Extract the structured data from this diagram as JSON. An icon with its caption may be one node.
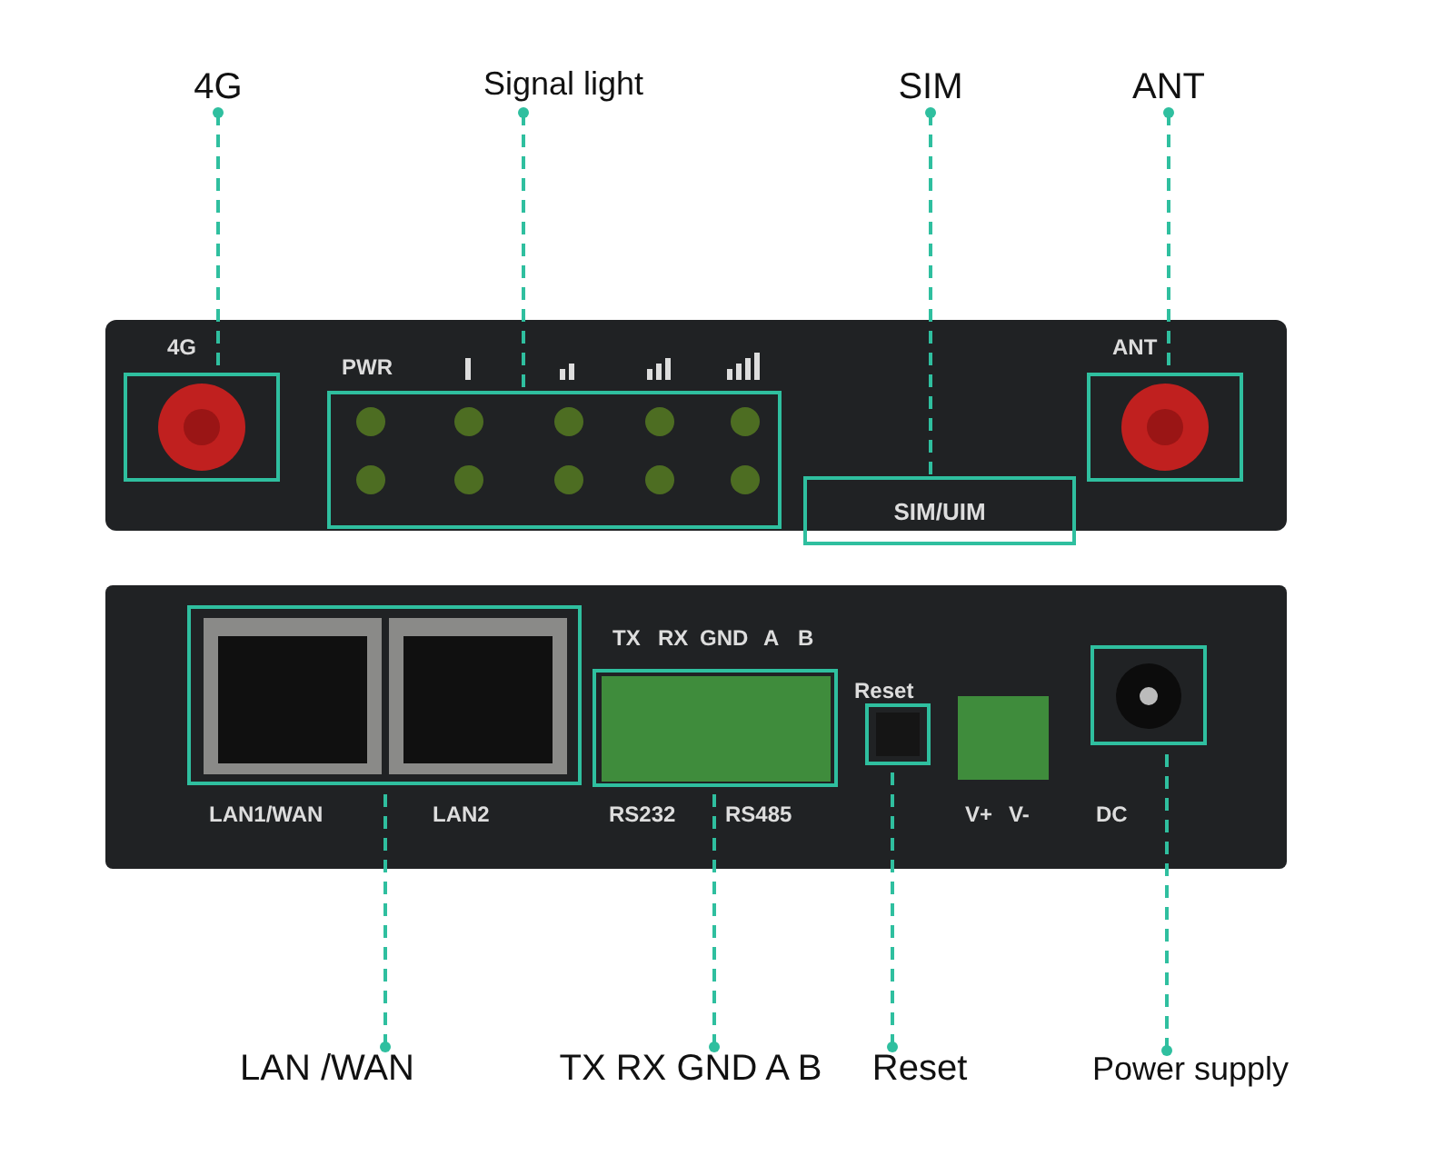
{
  "diagram": {
    "nodes": [
      {
        "text": [
          "4G"
        ]
      },
      {
        "text": [],
        "shape": "box"
      },
      {
        "text": [
          "Signal light"
        ]
      },
      {
        "text": [],
        "shape": "box"
      },
      {
        "text": [
          "SIM"
        ]
      },
      {
        "text": [
          "SIM/UIM"
        ]
      },
      {
        "text": [
          "ANT"
        ]
      },
      {
        "text": [],
        "shape": "box"
      },
      {
        "text": [],
        "shape": "box"
      },
      {
        "text": [],
        "shape": "box"
      },
      {
        "text": [],
        "shape": "box"
      },
      {
        "text": [],
        "shape": "box"
      },
      {
        "text": [
          "LAN /WAN"
        ]
      },
      {
        "text": [
          "TX RX GND A B"
        ]
      },
      {
        "text": [
          "Reset"
        ]
      },
      {
        "text": [
          "Power supply"
        ]
      }
    ],
    "edges": [
      {
        "from": 0,
        "to": 1,
        "arrow": "other",
        "style": "dashed"
      },
      {
        "from": 2,
        "to": 3,
        "arrow": "other",
        "style": "dashed"
      },
      {
        "from": 4,
        "to": 5,
        "arrow": "other",
        "style": "dashed"
      },
      {
        "from": 6,
        "to": 7,
        "arrow": "other",
        "style": "dashed"
      },
      {
        "from": 12,
        "to": 8,
        "arrow": "other",
        "style": "dashed"
      },
      {
        "from": 13,
        "to": 9,
        "arrow": "other",
        "style": "dashed"
      },
      {
        "from": 14,
        "to": 10,
        "arrow": "other",
        "style": "dashed"
      },
      {
        "from": 15,
        "to": 11,
        "arrow": "other",
        "style": "dashed"
      }
    ],
    "labels": [
      "4G",
      "PWR",
      "ANT",
      "TX",
      "RX",
      "GND",
      "A",
      "B",
      "Reset",
      "LAN1/WAN",
      "LAN2",
      "RS232",
      "RS485",
      "V+",
      "V-",
      "DC"
    ]
  }
}
